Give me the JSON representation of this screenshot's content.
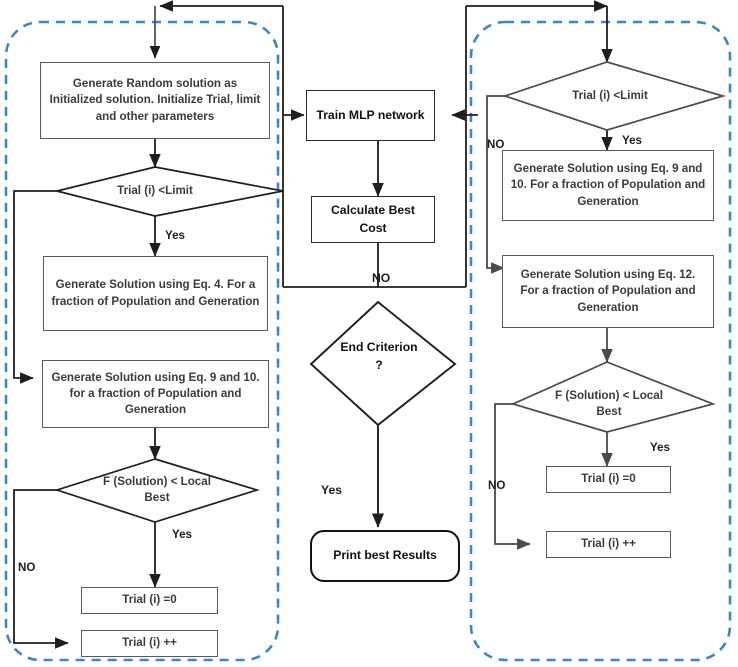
{
  "title": "Hybrid metaheuristic MLP training flowchart",
  "colors": {
    "dashed_group": "#3d85c8",
    "box_stroke": "#5a5a5a",
    "box_stroke_dark": "#2a2a2a",
    "wire": "#1e1e1e",
    "text": "#3b3b3b",
    "label_text": "#1e1e1e",
    "background": "#ffffff"
  },
  "groups": [
    {
      "name": "left-phase-group",
      "style": "dashed-rounded"
    },
    {
      "name": "right-phase-group",
      "style": "dashed-rounded"
    }
  ],
  "left": {
    "init_box": "Generate Random solution as Initialized solution. Initialize Trial, limit and other parameters",
    "trial_limit_decision": "Trial (i) <Limit",
    "trial_limit_yes": "Yes",
    "eq4_box": "Generate Solution using Eq. 4. For a fraction of Population and Generation",
    "eq9_10_box": "Generate Solution using Eq. 9 and 10. for a fraction of Population and Generation",
    "local_best_decision": "F (Solution) < Local Best",
    "local_best_yes": "Yes",
    "local_best_no": "NO",
    "trial_reset": "Trial (i) =0",
    "trial_increment": "Trial (i) ++"
  },
  "center": {
    "train_box": "Train MLP network",
    "cost_box": "Calculate Best Cost",
    "end_criterion": "End Criterion ?",
    "end_no": "NO",
    "end_yes": "Yes",
    "print_box": "Print best Results"
  },
  "right": {
    "trial_limit_decision": "Trial (i) <Limit",
    "trial_limit_yes": "Yes",
    "trial_limit_no": "NO",
    "eq9_10_box": "Generate Solution using Eq. 9 and 10. For a fraction of Population and Generation",
    "eq12_box": "Generate Solution using Eq. 12. For a fraction of Population and Generation",
    "local_best_decision": "F (Solution) < Local Best",
    "local_best_yes": "Yes",
    "local_best_no": "NO",
    "trial_reset": "Trial (i) =0",
    "trial_increment": "Trial (i) ++"
  }
}
